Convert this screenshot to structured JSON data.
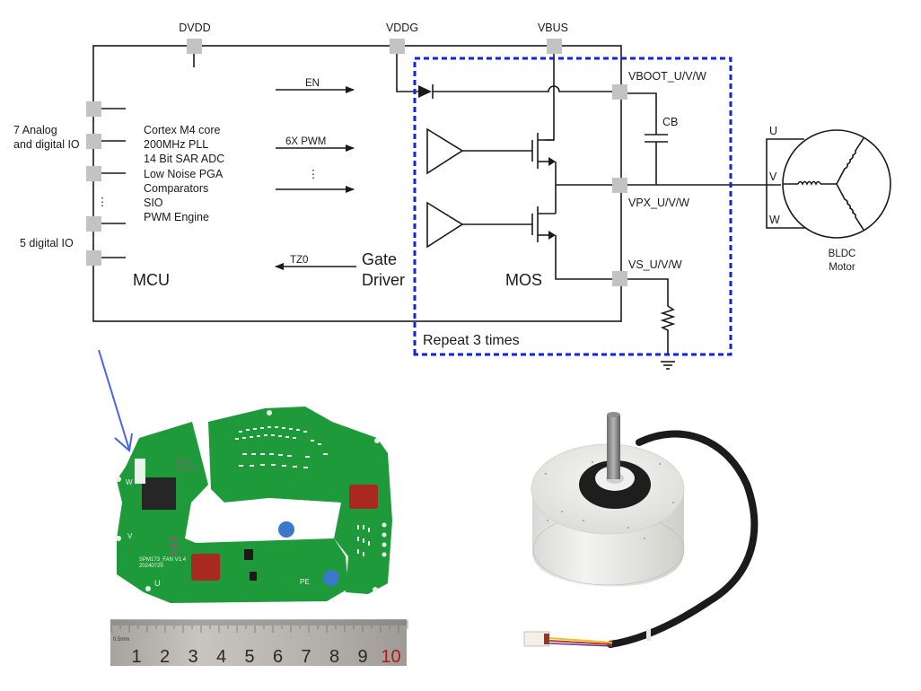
{
  "diagram": {
    "power_rails": {
      "dvdd": "DVDD",
      "vddg": "VDDG",
      "vbus": "VBUS"
    },
    "mcu": {
      "title": "MCU",
      "features": [
        "Cortex M4 core",
        "200MHz PLL",
        "14 Bit SAR ADC",
        "Low Noise PGA",
        "Comparators",
        "SIO",
        "PWM Engine"
      ],
      "io_left_top": "7 Analog",
      "io_left_top2": "and digital IO",
      "io_left_bottom": "5 digital IO",
      "vertical_ellipsis": "⋮"
    },
    "signals": {
      "en": "EN",
      "pwm": "6X PWM",
      "ellipsis": "⋮",
      "tz0": "TZ0"
    },
    "gate_driver": {
      "line1": "Gate",
      "line2": "Driver"
    },
    "mos": {
      "title": "MOS",
      "repeat_label": "Repeat 3 times"
    },
    "nodes": {
      "vboot": "VBOOT_U/V/W",
      "cb": "CB",
      "vpx": "VPX_U/V/W",
      "vs": "VS_U/V/W"
    },
    "motor": {
      "phase_u": "U",
      "phase_v": "V",
      "phase_w": "W",
      "label1": "BLDC",
      "label2": "Motor"
    },
    "colors": {
      "repeat_box": "#1023e0",
      "pin": "#c3c3c3",
      "pointer_arrow": "#4a63ea",
      "pcb_green": "#1f9a3a",
      "ruler_red": "#b01818"
    }
  },
  "photos": {
    "pcb": {
      "silkscreen_board": "SPM173_FAN V1.4",
      "silkscreen_date": "20240729",
      "pad_u": "U",
      "pad_v": "V",
      "pad_w": "W",
      "pad_pe": "PE"
    },
    "ruler": {
      "unit_label": "0.5mm",
      "numbers": [
        "1",
        "2",
        "3",
        "4",
        "5",
        "6",
        "7",
        "8",
        "9",
        "10"
      ]
    },
    "motor_photo": {
      "description": "BLDC fan motor with cable and connector"
    }
  }
}
